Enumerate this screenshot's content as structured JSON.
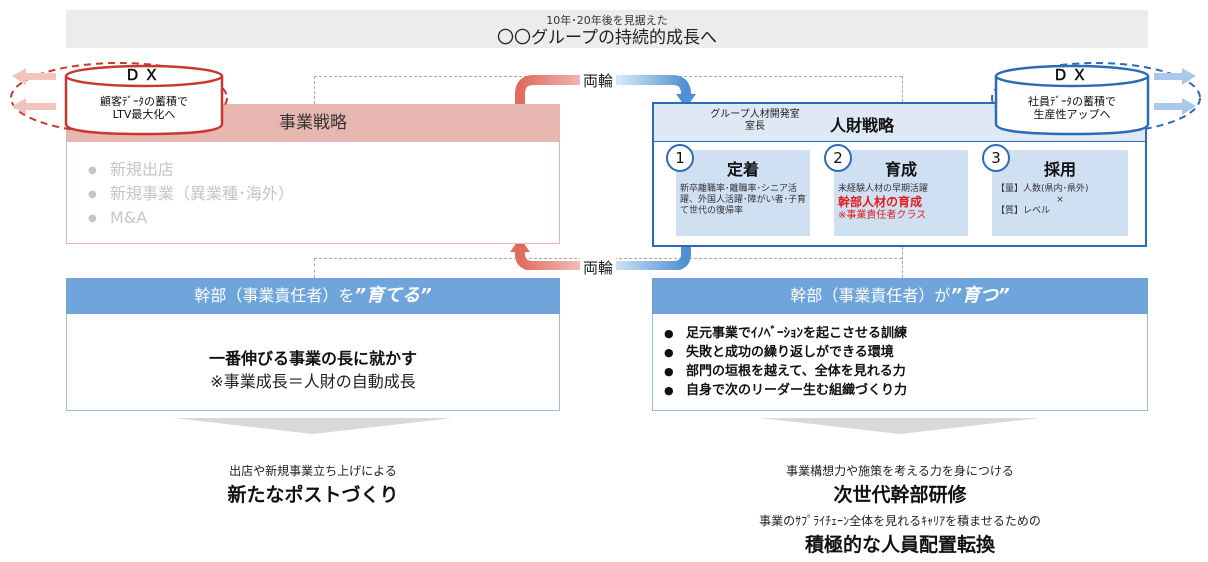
{
  "banner": {
    "subtitle": "10年･20年後を見据えた",
    "title": "〇〇グループの持続的成長へ"
  },
  "left": {
    "dx": {
      "label": "ＤＸ",
      "text": "顧客ﾃﾞｰﾀの蓄積で\nLTV最大化へ"
    },
    "strategy_title": "事業戦略",
    "items": [
      "新規出店",
      "新規事業（異業種･海外）",
      "M&A"
    ]
  },
  "right": {
    "dx": {
      "label": "ＤＸ",
      "text": "社員ﾃﾞｰﾀの蓄積で\n生産性アップへ"
    },
    "dept": "グループ人材開発室\n室長",
    "strategy_title": "人財戦略",
    "cards": [
      {
        "num": "1",
        "title": "定着",
        "text": "新卒離職率･離職率･シニア活躍、外国人活躍･障がい者･子育て世代の復帰率"
      },
      {
        "num": "2",
        "title": "育成",
        "text": "未経験人材の早期活躍",
        "red": "幹部人材の育成",
        "red_note": "※事業責任者クラス"
      },
      {
        "num": "3",
        "title": "採用",
        "text_line1": "【量】人数(県内･県外)",
        "text_mid": "×",
        "text_line2": "【質】レベル"
      }
    ]
  },
  "ryorin": {
    "top": "両輪",
    "bottom": "両輪"
  },
  "lower_left": {
    "head_prefix": "幹部（事業責任者）を",
    "head_em": "”育てる”",
    "main": "一番伸びる事業の長に就かす",
    "note": "※事業成長＝人財の自動成長"
  },
  "lower_right": {
    "head_prefix": "幹部（事業責任者）が",
    "head_em": "”育つ”",
    "items": [
      "足元事業でｲﾉﾍﾞｰｼｮﾝを起こさせる訓練",
      "失敗と成功の繰り返しができる環境",
      "部門の垣根を越えて、全体を見れる力",
      "自身で次のリーダー生む組織づくり力"
    ]
  },
  "bottom_left": {
    "small": "出店や新規事業立ち上げによる",
    "big": "新たなポストづくり"
  },
  "bottom_right": {
    "small1": "事業構想力や施策を考える力を身につける",
    "big1": "次世代幹部研修",
    "small2": "事業のｻﾌﾟﾗｲﾁｪｰﾝ全体を見れるｷｬﾘｱを積ませるための",
    "big2": "積極的な人員配置転換"
  },
  "colors": {
    "red_accent": "#d94b3d",
    "blue_accent": "#2b6cb8",
    "lower_head": "#6fa5db",
    "strategy_head_left": "#e8b6b1"
  }
}
